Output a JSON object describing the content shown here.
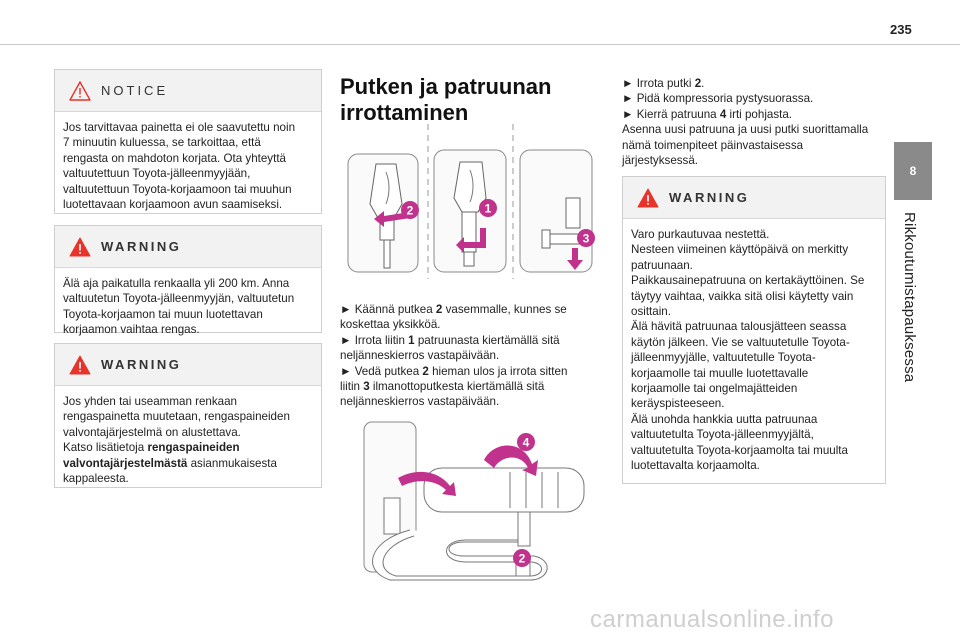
{
  "page_number": "235",
  "chapter_tab": "8",
  "chapter_title": "Rikkoutumistapauksessa",
  "notice": {
    "label": "NOTICE",
    "lines": [
      "Jos tarvittavaa painetta ei ole saavutettu noin",
      "7 minuutin kuluessa, se tarkoittaa, että",
      "rengasta on mahdoton korjata. Ota yhteyttä",
      "valtuutettuun Toyota-jälleenmyyjään,",
      "valtuutettuun Toyota-korjaamoon tai muuhun",
      "luotettavaan korjaamoon avun saamiseksi."
    ]
  },
  "warning1": {
    "label": "WARNING",
    "lines": [
      "Älä aja paikatulla renkaalla yli 200 km. Anna",
      "valtuutetun Toyota-jälleenmyyjän, valtuutetun",
      "Toyota-korjaamon tai muun luotettavan",
      "korjaamon vaihtaa rengas."
    ]
  },
  "warning2": {
    "label": "WARNING",
    "lines": [
      "Jos yhden tai useamman renkaan",
      "rengaspainetta muutetaan, rengaspaineiden",
      "valvontajärjestelmä on alustettava.",
      "Katso lisätietoja "
    ],
    "bold1": "rengaspaineiden",
    "bold2": "valvontajärjestelmästä",
    "tail": " asianmukaisesta",
    "last": "kappaleesta."
  },
  "heading": "Putken ja patruunan irrottaminen",
  "middle_steps": {
    "s1a": "► Käännä putkea ",
    "s1n": "2",
    "s1b": " vasemmalle, kunnes se",
    "s1c": "koskettaa yksikköä.",
    "s2a": "► Irrota liitin ",
    "s2n": "1",
    "s2b": " patruunasta kiertämällä sitä",
    "s2c": "neljänneskierros vastapäivään.",
    "s3a": "► Vedä putkea ",
    "s3n": "2",
    "s3b": " hieman ulos ja irrota sitten",
    "s3c": "liitin ",
    "s3n2": "3",
    "s3d": " ilmanottoputkesta kiertämällä sitä",
    "s3e": "neljänneskierros vastapäivään."
  },
  "right_steps": {
    "r1a": "► Irrota putki ",
    "r1n": "2",
    "r1b": ".",
    "r2": "► Pidä kompressoria pystysuorassa.",
    "r3a": "► Kierrä patruuna ",
    "r3n": "4",
    "r3b": " irti pohjasta.",
    "r4": "Asenna uusi patruuna ja uusi putki suorittamalla",
    "r5": "nämä toimenpiteet päinvastaisessa",
    "r6": "järjestyksessä."
  },
  "warning3": {
    "label": "WARNING",
    "lines": [
      "Varo purkautuvaa nestettä.",
      "Nesteen viimeinen käyttöpäivä on merkitty",
      "patruunaan.",
      "Paikkausainepatruuna on kertakäyttöinen. Se",
      "täytyy vaihtaa, vaikka sitä olisi käytetty vain",
      "osittain.",
      "Älä hävitä patruunaa talousjätteen seassa",
      "käytön jälkeen. Vie se valtuutetulle Toyota-",
      "jälleenmyyjälle, valtuutetulle Toyota-",
      "korjaamolle tai muulle luotettavalle",
      "korjaamolle tai ongelmajätteiden",
      "keräyspisteeseen.",
      "Älä unohda hankkia uutta patruunaa",
      "valtuutetulta Toyota-jälleenmyyjältä,",
      "valtuutetulta Toyota-korjaamolta tai muulta",
      "luotettavalta korjaamolta."
    ]
  },
  "figure1_callouts": [
    "2",
    "1",
    "3"
  ],
  "figure2_callouts": [
    "4",
    "2"
  ],
  "watermark": "carmanualsonline.info",
  "colors": {
    "accent": "#c0328c",
    "warning": "#e8332a",
    "tab": "#8a8a8a"
  }
}
